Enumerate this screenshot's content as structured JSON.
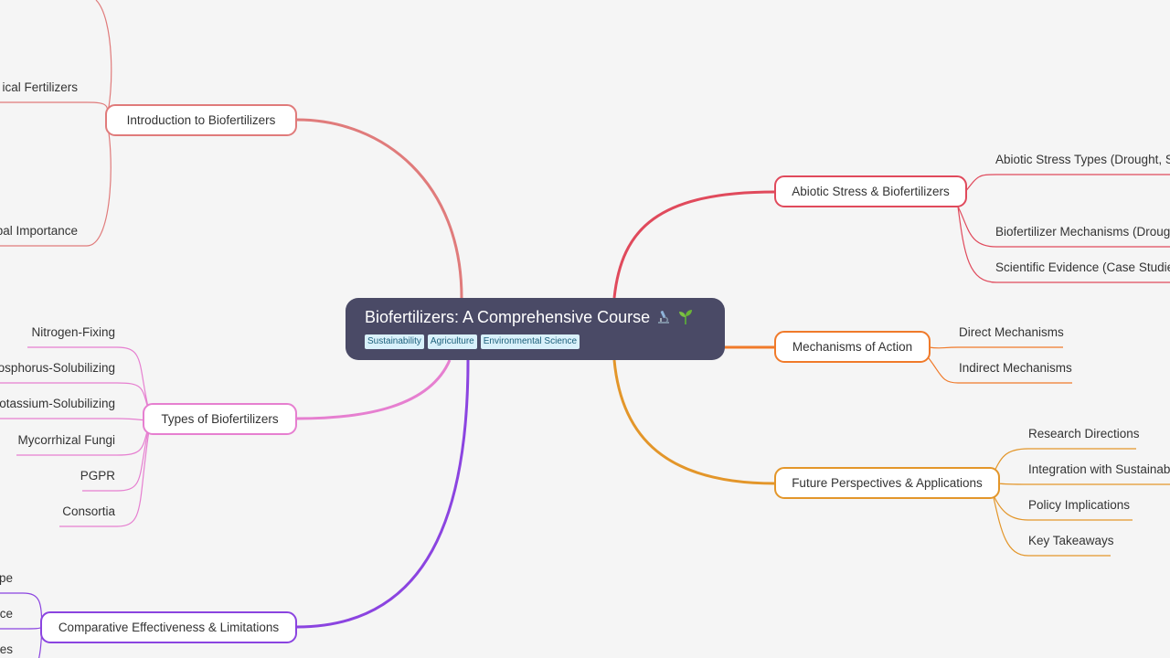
{
  "central": {
    "title": "Biofertilizers: A Comprehensive Course",
    "emoji_icons": [
      "microscope-icon",
      "seedling-icon"
    ],
    "tags": [
      "Sustainability",
      "Agriculture",
      "Environmental Science"
    ]
  },
  "colors": {
    "intro": "#e07b7b",
    "types": "#e67fd0",
    "comparative": "#8b44e0",
    "abiotic": "#e04a5c",
    "mechanisms": "#f07a2a",
    "future": "#e3962a",
    "central_bg": "#4a4a66",
    "tag_bg": "#d9f1fb"
  },
  "branches": {
    "introduction": {
      "label": "Introduction to Biofertilizers",
      "children": [
        "ical Fertilizers",
        "bal Importance"
      ]
    },
    "types": {
      "label": "Types of Biofertilizers",
      "children": [
        "Nitrogen-Fixing",
        "osphorus-Solubilizing",
        "otassium-Solubilizing",
        "Mycorrhizal Fungi",
        "PGPR",
        "Consortia"
      ]
    },
    "comparative": {
      "label": "Comparative Effectiveness & Limitations",
      "children": [
        "pe",
        "ce",
        "es"
      ]
    },
    "abiotic": {
      "label": "Abiotic Stress & Biofertilizers",
      "children": [
        "Abiotic Stress Types (Drought, Sa",
        "Biofertilizer Mechanisms (Droug",
        "Scientific Evidence (Case Studies"
      ]
    },
    "mechanisms": {
      "label": "Mechanisms of Action",
      "children": [
        "Direct Mechanisms",
        "Indirect Mechanisms"
      ]
    },
    "future": {
      "label": "Future Perspectives & Applications",
      "children": [
        "Research Directions",
        "Integration with Sustainab",
        "Policy Implications",
        "Key Takeaways"
      ]
    }
  }
}
